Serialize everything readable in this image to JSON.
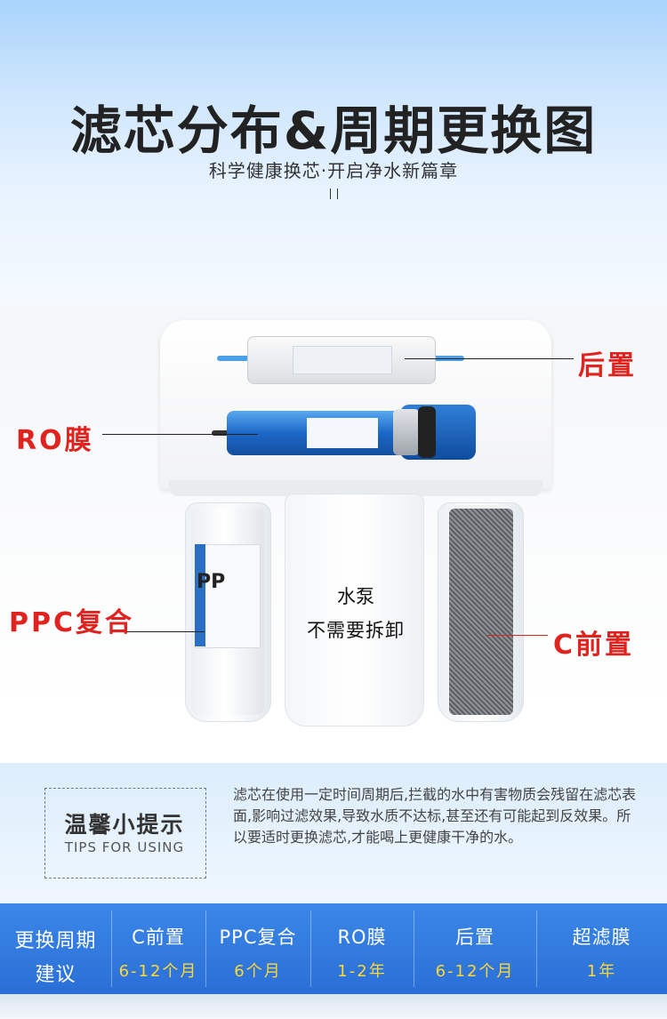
{
  "header": {
    "title": "滤芯分布&周期更换图",
    "subtitle": "科学健康换芯·开启净水新篇章"
  },
  "product": {
    "pump_line1": "水泵",
    "pump_line2": "不需要拆卸",
    "callouts": {
      "post": "后置",
      "ro": "RO膜",
      "ppc": "PPC复合",
      "c_pre": "C前置"
    },
    "pp_label": "PP"
  },
  "tips": {
    "title": "温馨小提示",
    "subtitle": "TIPS FOR USING",
    "text": "滤芯在使用一定时间周期后,拦截的水中有害物质会残留在滤芯表面,影响过滤效果,导致水质不达标,甚至还有可能起到反效果。所以要适时更换滤芯,才能喝上更健康干净的水。"
  },
  "schedule": {
    "row_head_line1": "更换周期",
    "row_head_line2": "建议",
    "items": [
      {
        "name": "C前置",
        "period": "6-12个月"
      },
      {
        "name": "PPC复合",
        "period": "6个月"
      },
      {
        "name": "RO膜",
        "period": "1-2年"
      },
      {
        "name": "后置",
        "period": "6-12个月"
      },
      {
        "name": "超滤膜",
        "period": "1年"
      }
    ]
  },
  "colors": {
    "accent_red": "#e0231e",
    "table_blue": "#2a6fd6",
    "period_yellow": "#ffd736"
  }
}
